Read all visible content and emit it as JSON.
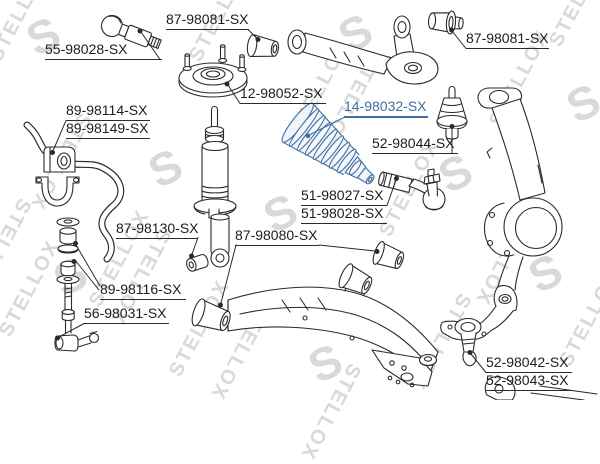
{
  "watermark": {
    "text": "STELLOX",
    "logo_letter": "S",
    "color": "#d9d9d9"
  },
  "colors": {
    "line": "#2b2b2b",
    "label_text": "#1d1d1d",
    "highlight": "#3f6f9f"
  },
  "labels": [
    {
      "text": "55-98028-SX",
      "part": "inner-tie-rod",
      "highlighted": false
    },
    {
      "text": "87-98081-SX",
      "part": "upper-arm-bushing-left",
      "highlighted": false
    },
    {
      "text": "87-98081-SX",
      "part": "upper-arm-bushing-right",
      "highlighted": false
    },
    {
      "text": "12-98052-SX",
      "part": "strut-mount",
      "highlighted": false
    },
    {
      "text": "89-98114-SX",
      "part": "stabilizer-bar-bushing",
      "highlighted": false
    },
    {
      "text": "89-98149-SX",
      "part": "stabilizer-bar-bushing",
      "highlighted": false
    },
    {
      "text": "14-98032-SX",
      "part": "steering-rack-boot",
      "highlighted": true
    },
    {
      "text": "52-98044-SX",
      "part": "upper-ball-joint",
      "highlighted": false
    },
    {
      "text": "51-98027-SX",
      "part": "tie-rod-end",
      "highlighted": false
    },
    {
      "text": "51-98028-SX",
      "part": "tie-rod-end",
      "highlighted": false
    },
    {
      "text": "87-98130-SX",
      "part": "shock-absorber-bushing",
      "highlighted": false
    },
    {
      "text": "87-98080-SX",
      "part": "lower-control-arm-bushings",
      "highlighted": false
    },
    {
      "text": "89-98116-SX",
      "part": "stabilizer-link-bushing",
      "highlighted": false
    },
    {
      "text": "56-98031-SX",
      "part": "stabilizer-link",
      "highlighted": false
    },
    {
      "text": "52-98042-SX",
      "part": "lower-ball-joint",
      "highlighted": false
    },
    {
      "text": "52-98043-SX",
      "part": "lower-ball-joint",
      "highlighted": false
    }
  ]
}
